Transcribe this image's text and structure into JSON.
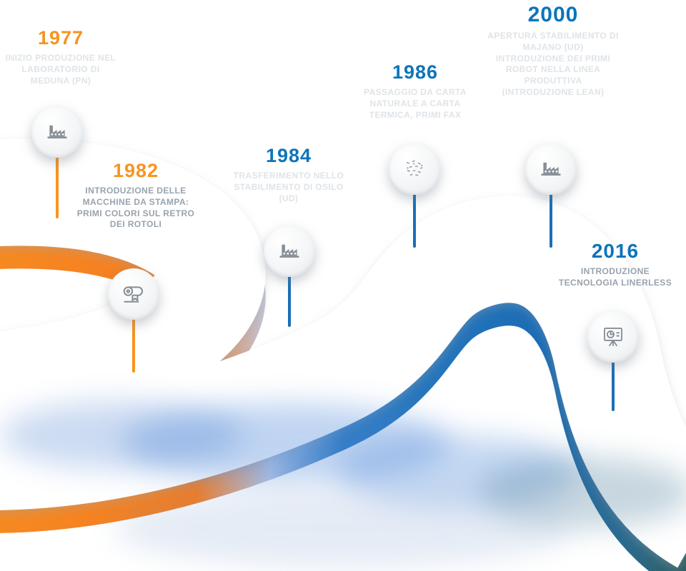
{
  "title": "Company history timeline",
  "palette": {
    "orange": "#f7941e",
    "blue": "#0d74ba",
    "dark_teal": "#2d5a50",
    "faint_text": "#dfe4e8",
    "gray_text": "#97a3ae",
    "icon_gray": "#868e96"
  },
  "milestones": [
    {
      "year": "1977",
      "year_color": "orange",
      "icon": "factory-icon",
      "text": "INIZIO PRODUZIONE NEL LABORATORIO DI MEDUNA (PN)"
    },
    {
      "year": "1982",
      "year_color": "orange",
      "icon": "print-rolls-icon",
      "text": "INTRODUZIONE DELLE MACCHINE DA STAMPA: PRIMI COLORI SUL RETRO DEI ROTOLI"
    },
    {
      "year": "1984",
      "year_color": "blue",
      "icon": "factory-icon",
      "text": "TRASFERIMENTO NELLO STABILIMENTO DI OSILO (UD)"
    },
    {
      "year": "1986",
      "year_color": "blue",
      "icon": "paper-scatter-icon",
      "text": "PASSAGGIO DA CARTA NATURALE A CARTA TERMICA, PRIMI FAX"
    },
    {
      "year": "2000",
      "year_color": "blue",
      "icon": "factory-icon",
      "text": "APERTURA STABILIMENTO DI MAJANO (UD) INTRODUZIONE DEI PRIMI ROBOT NELLA LINEA PRODUTTIVA (INTRODUZIONE LEAN)"
    },
    {
      "year": "2016",
      "year_color": "blue",
      "icon": "presentation-chart-icon",
      "text": "INTRODUZIONE TECNOLOGIA LINERLESS"
    }
  ]
}
